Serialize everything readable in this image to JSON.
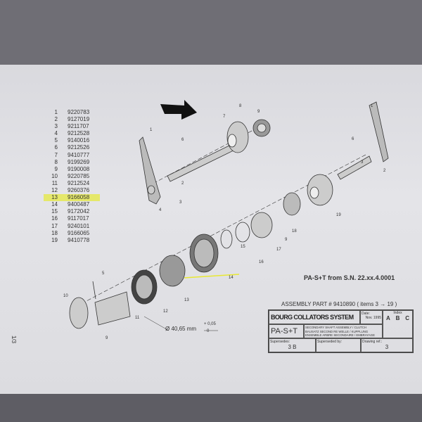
{
  "parts_list": [
    {
      "item": "1",
      "part": "9220783"
    },
    {
      "item": "2",
      "part": "9127019"
    },
    {
      "item": "3",
      "part": "9211707"
    },
    {
      "item": "4",
      "part": "9212528"
    },
    {
      "item": "5",
      "part": "9140016"
    },
    {
      "item": "6",
      "part": "9212526"
    },
    {
      "item": "7",
      "part": "9410777"
    },
    {
      "item": "8",
      "part": "9199269"
    },
    {
      "item": "9",
      "part": "9190008"
    },
    {
      "item": "10",
      "part": "9220785"
    },
    {
      "item": "11",
      "part": "9212524"
    },
    {
      "item": "12",
      "part": "9260376"
    },
    {
      "item": "13",
      "part": "9166058"
    },
    {
      "item": "14",
      "part": "9400487"
    },
    {
      "item": "15",
      "part": "9172042"
    },
    {
      "item": "16",
      "part": "9117017"
    },
    {
      "item": "17",
      "part": "9240101"
    },
    {
      "item": "18",
      "part": "9166065"
    },
    {
      "item": "19",
      "part": "9410778"
    }
  ],
  "highlighted_item": "13",
  "callouts": [
    "1",
    "6",
    "7",
    "8",
    "9",
    "2",
    "3",
    "4",
    "1",
    "6",
    "3",
    "2",
    "19",
    "18",
    "9",
    "17",
    "16",
    "15",
    "14",
    "13",
    "12",
    "11",
    "10",
    "9",
    "5"
  ],
  "dimension": {
    "diameter": "Ø 40,65 mm",
    "tol_upper": "+ 0,05",
    "tol_lower": "0"
  },
  "model_note": "PA-S+T from S.N. 22.xx.4.0001",
  "assembly": "ASSEMBLY PART # 9410890 ( items 3 → 19 )",
  "title_block": {
    "logo": "BOURG COLLATORS SYSTEM",
    "date_label": "Date:",
    "date": "Nov. 1995",
    "index_label": "Index",
    "index": [
      "A",
      "B",
      "C"
    ],
    "model": "PA-S+T",
    "desc": [
      "SECONDARY SHAFT ASSEMBLY / CLUTCH",
      "BAUSATZ SECOND RE WELLE / KUPPLUNG",
      "ENSEMBLE ARBRE SECONDAIRE / EMBRAYAGE"
    ],
    "supersedes_label": "Supersedes:",
    "supersedes": "3 B",
    "superseded_by_label": "Superseded by:",
    "drawing_ref_label": "Drawing ref.:",
    "drawing_ref": "3"
  },
  "page_marker": "1/3",
  "colors": {
    "highlight": "#e5e86a",
    "arrow": "#e8e832"
  }
}
